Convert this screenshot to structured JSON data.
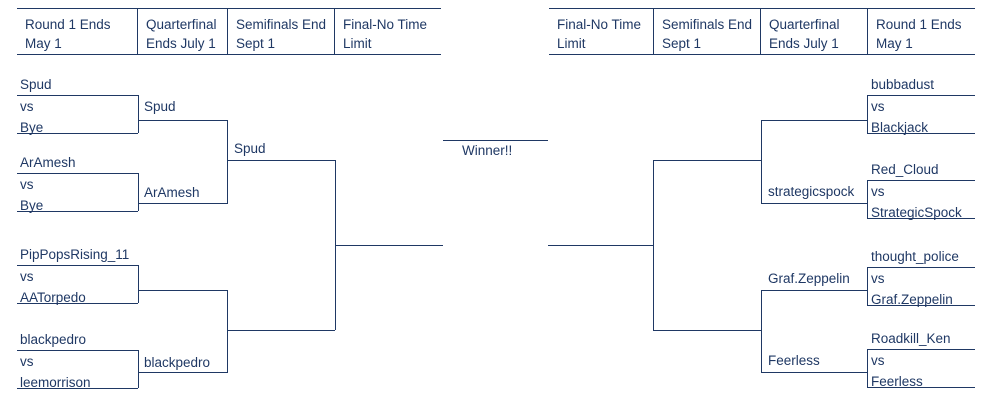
{
  "page": {
    "title": "Tournament Bracket",
    "line_color": "#1f3864",
    "text_color": "#1f3864",
    "background": "#ffffff"
  },
  "headers": {
    "left": [
      {
        "line1": "Round 1 Ends",
        "line2": "May 1"
      },
      {
        "line1": "Quarterfinal",
        "line2": "Ends July 1"
      },
      {
        "line1": "Semifinals End",
        "line2": "Sept 1"
      },
      {
        "line1": "Final-No Time",
        "line2": "Limit"
      }
    ],
    "right": [
      {
        "line1": "Final-No Time",
        "line2": "Limit"
      },
      {
        "line1": "Semifinals End",
        "line2": "Sept 1"
      },
      {
        "line1": "Quarterfinal",
        "line2": "Ends July 1"
      },
      {
        "line1": "Round 1 Ends",
        "line2": "May 1"
      }
    ]
  },
  "final": {
    "label": "Winner!!"
  },
  "left_bracket": {
    "round1": [
      {
        "top": "Spud",
        "vs": "vs",
        "bottom": "Bye"
      },
      {
        "top": "ArAmesh",
        "vs": "vs",
        "bottom": "Bye"
      },
      {
        "top": "PipPopsRising_11",
        "vs": "vs",
        "bottom": "AATorpedo"
      },
      {
        "top": "blackpedro",
        "vs": "vs",
        "bottom": "leemorrison"
      }
    ],
    "quarterfinals": [
      {
        "winner": "Spud"
      },
      {
        "winner": "ArAmesh"
      },
      {
        "winner": ""
      },
      {
        "winner": "blackpedro"
      }
    ],
    "semifinals": [
      {
        "winner": "Spud"
      },
      {
        "winner": ""
      }
    ]
  },
  "right_bracket": {
    "round1": [
      {
        "top": "bubbadust",
        "vs": "vs",
        "bottom": "Blackjack"
      },
      {
        "top": "Red_Cloud",
        "vs": "vs",
        "bottom": "StrategicSpock"
      },
      {
        "top": "thought_police",
        "vs": "vs",
        "bottom": "Graf.Zeppelin"
      },
      {
        "top": "Roadkill_Ken",
        "vs": "vs",
        "bottom": "Feerless"
      }
    ],
    "quarterfinals": [
      {
        "winner": ""
      },
      {
        "winner": "strategicspock"
      },
      {
        "winner": "Graf.Zeppelin"
      },
      {
        "winner": "Feerless"
      }
    ],
    "semifinals": [
      {
        "winner": ""
      },
      {
        "winner": ""
      }
    ]
  }
}
